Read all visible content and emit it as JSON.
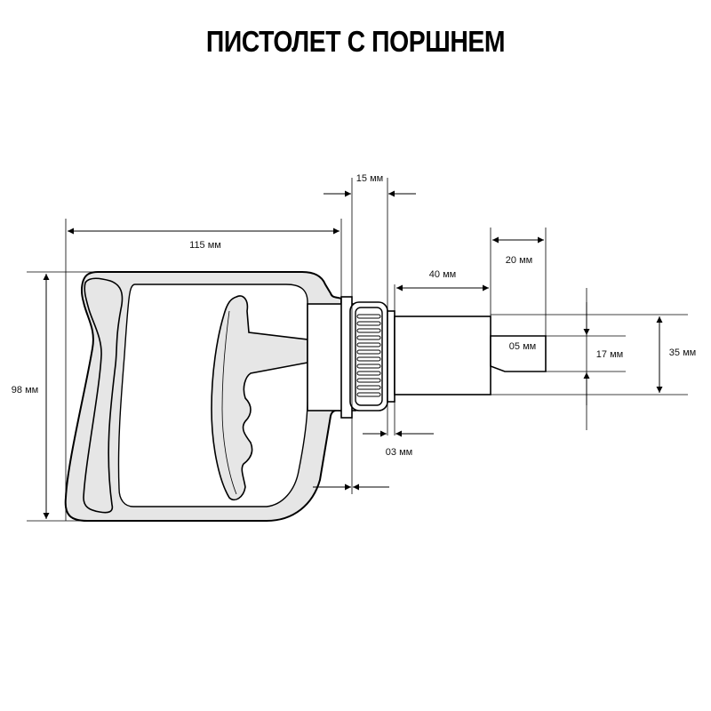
{
  "title": "ПИСТОЛЕТ С ПОРШНЕМ",
  "dimensions": {
    "width_body": "115 мм",
    "height_body": "98 мм",
    "collar": "15 мм",
    "barrel_length": "40 мм",
    "tip_length": "20 мм",
    "gap": "03 мм",
    "tip_diameter": "05 мм",
    "inner_diameter": "17 мм",
    "outer_diameter": "35 мм"
  },
  "colors": {
    "fill": "#e6e6e6",
    "stroke": "#000000"
  }
}
